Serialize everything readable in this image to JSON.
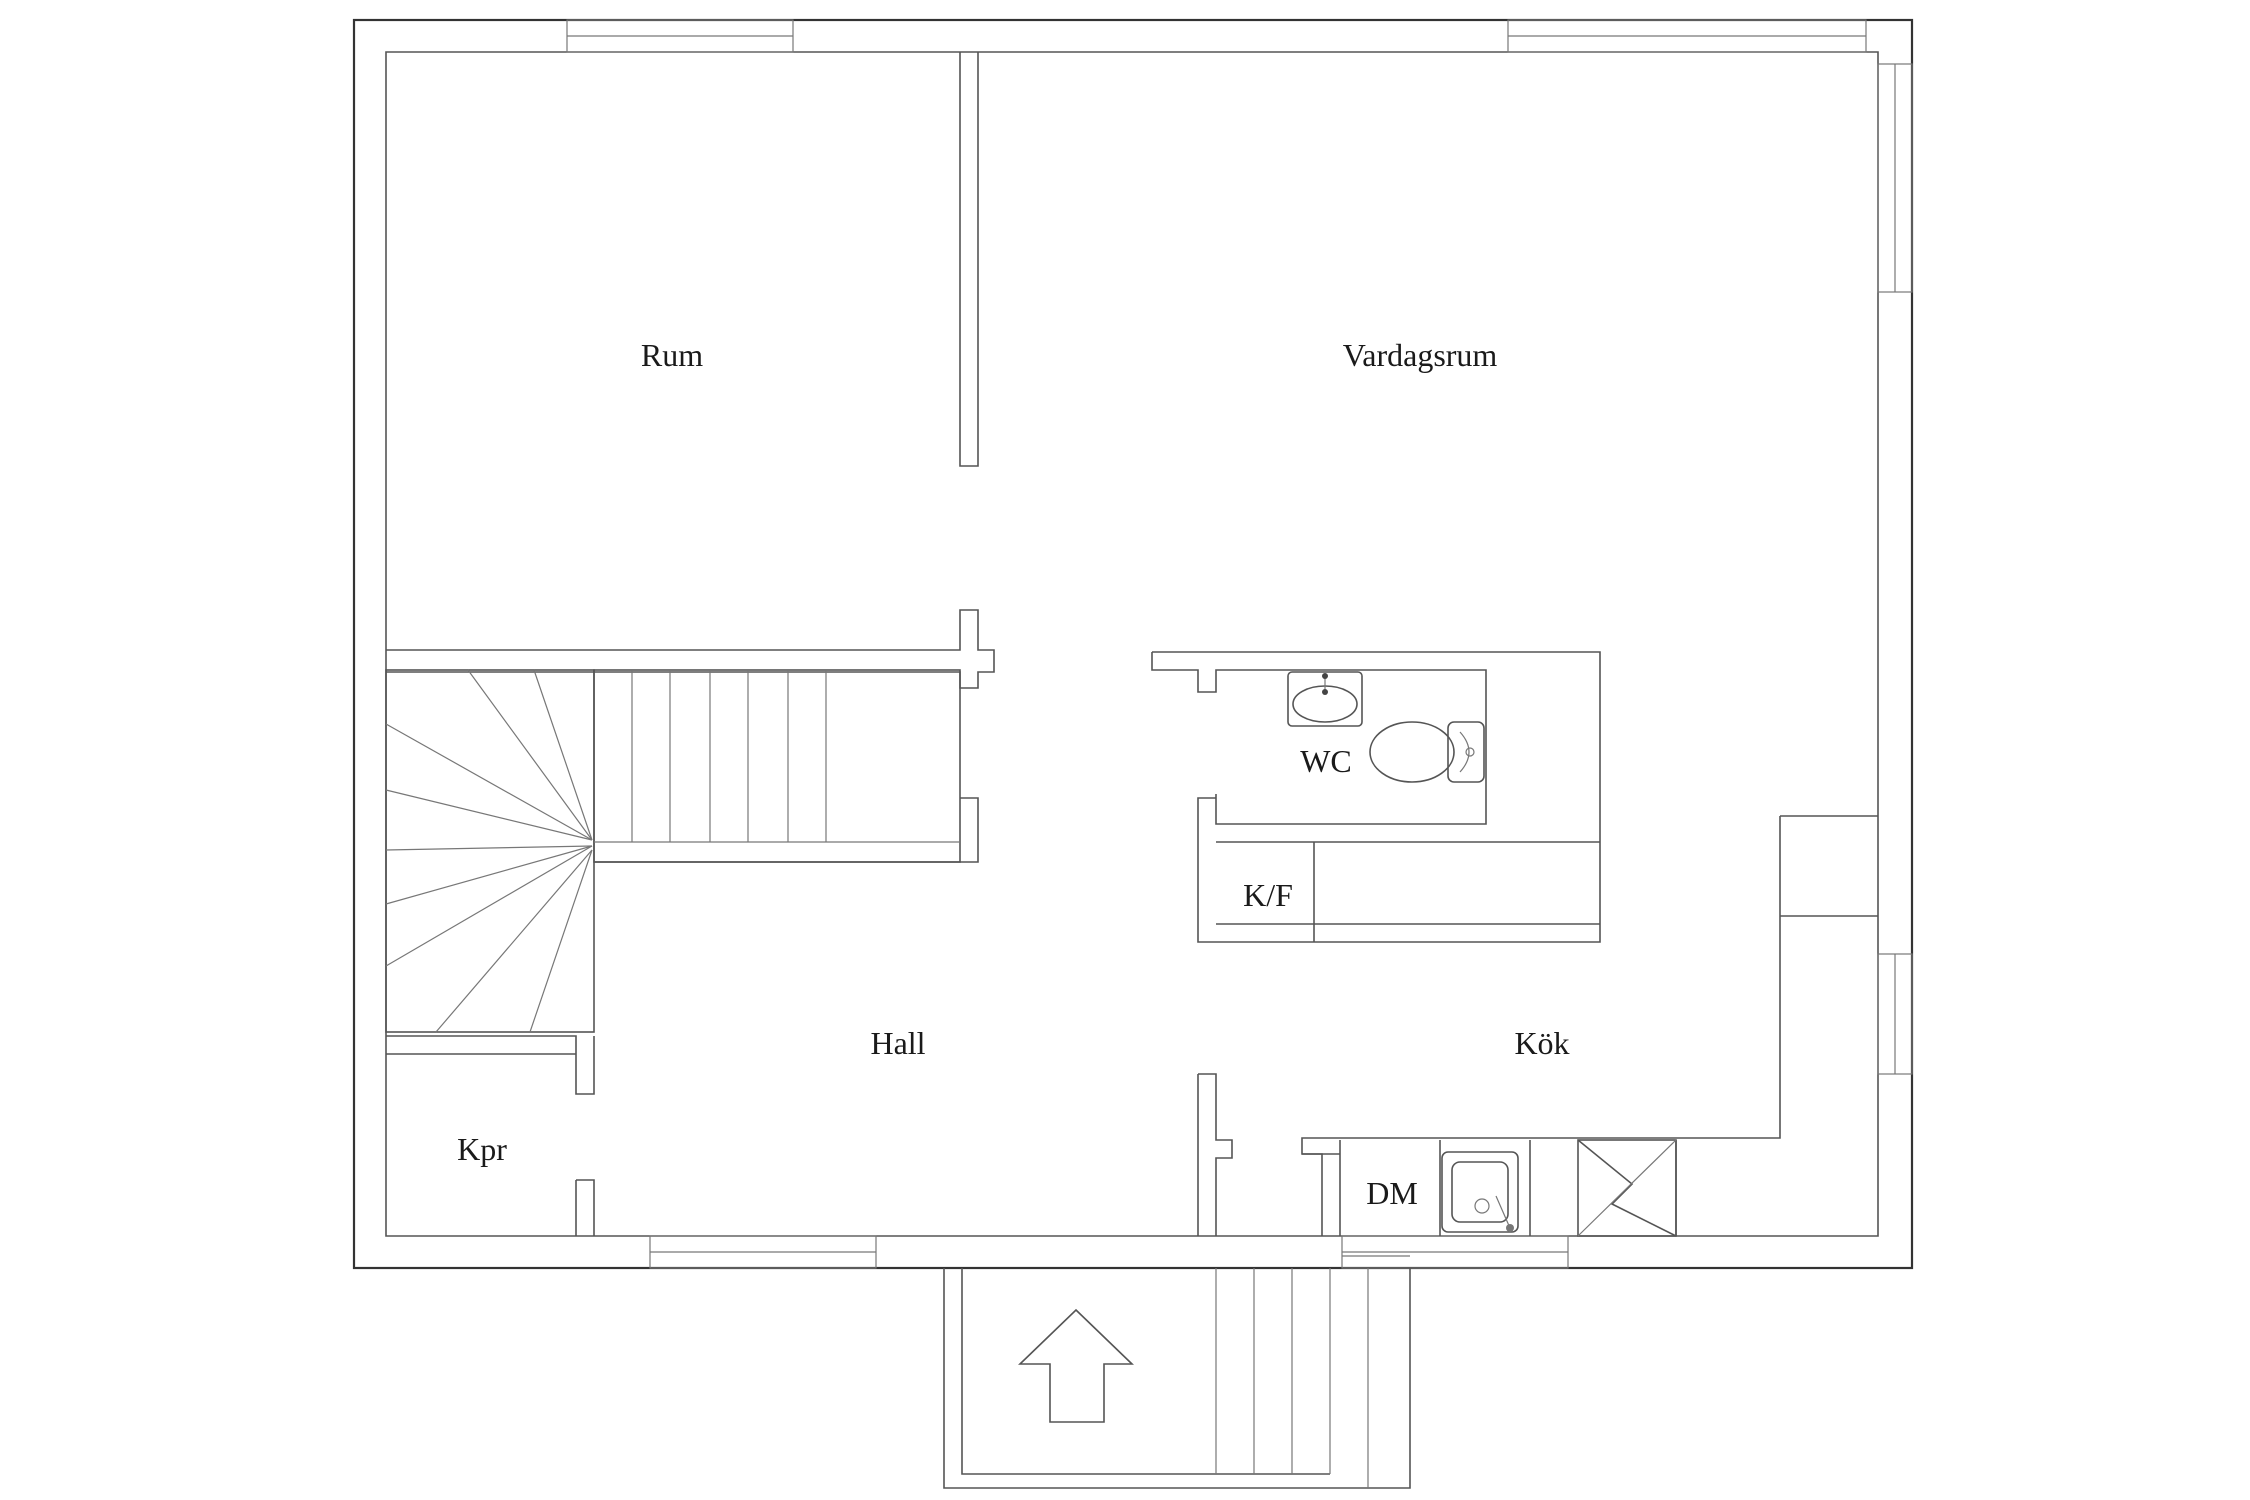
{
  "rooms": {
    "rum": "Rum",
    "vardagsrum": "Vardagsrum",
    "wc": "WC",
    "kf": "K/F",
    "hall": "Hall",
    "kok": "Kök",
    "kpr": "Kpr",
    "dm": "DM"
  },
  "icons": {
    "entrance": "entrance-arrow-icon",
    "sink": "sink-icon",
    "toilet": "toilet-icon",
    "kitchen_sink": "kitchen-sink-icon",
    "stove": "stove-icon",
    "stairs": "stairs-icon"
  },
  "colors": {
    "line": "#333333",
    "background": "#ffffff"
  }
}
